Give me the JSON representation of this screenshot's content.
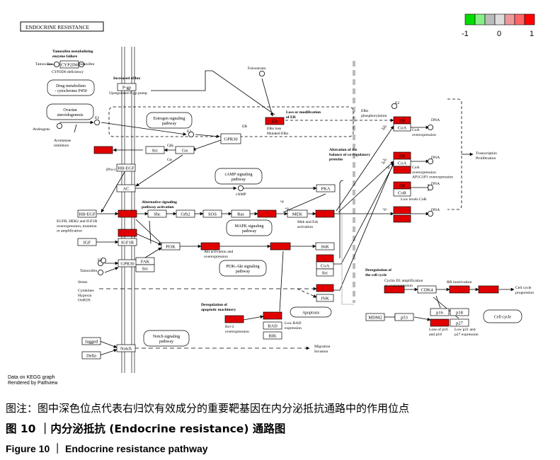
{
  "diagram": {
    "title": "ENDOCRINE RESISTANCE",
    "legend": {
      "min": "-1",
      "mid": "0",
      "max": "1",
      "colors": [
        "#00dd00",
        "#88ee88",
        "#bbbbbb",
        "#dddddd",
        "#ee9999",
        "#ff6666",
        "#ff0000"
      ]
    },
    "footer": [
      "Data on KEGG graph",
      "Rendered by Pathview"
    ],
    "colors": {
      "highlight": "#e00000",
      "box_border": "#000000"
    },
    "nodes": [
      {
        "id": "cyp2d6",
        "label": "CYP2D6",
        "hl": false
      },
      {
        "id": "pgp",
        "label": "P-gp",
        "hl": false
      },
      {
        "id": "ar",
        "label": "",
        "hl": true
      },
      {
        "id": "src",
        "label": "Src",
        "hl": false
      },
      {
        "id": "ga",
        "label": "Gα",
        "hl": false
      },
      {
        "id": "gpr30a",
        "label": "GPR30",
        "hl": false
      },
      {
        "id": "hbegf",
        "label": "HB-EGF",
        "hl": false
      },
      {
        "id": "ac",
        "label": "AC",
        "hl": false
      },
      {
        "id": "pka",
        "label": "PKA",
        "hl": false
      },
      {
        "id": "hbegf2",
        "label": "HB-EGF",
        "hl": false
      },
      {
        "id": "egfr",
        "label": "",
        "hl": true
      },
      {
        "id": "shc",
        "label": "Shc",
        "hl": false
      },
      {
        "id": "grb2",
        "label": "Grb2",
        "hl": false
      },
      {
        "id": "sos",
        "label": "SOS",
        "hl": false
      },
      {
        "id": "ras",
        "label": "Ras",
        "hl": false
      },
      {
        "id": "raf",
        "label": "",
        "hl": true
      },
      {
        "id": "mek",
        "label": "MEK",
        "hl": false
      },
      {
        "id": "erk",
        "label": "",
        "hl": true
      },
      {
        "id": "igf1r",
        "label": "",
        "hl": true
      },
      {
        "id": "igf",
        "label": "IGF",
        "hl": false
      },
      {
        "id": "igf1r2",
        "label": "IGF1R",
        "hl": false
      },
      {
        "id": "pi3k",
        "label": "PI3K",
        "hl": false
      },
      {
        "id": "akt",
        "label": "",
        "hl": true
      },
      {
        "id": "mtor",
        "label": "",
        "hl": true
      },
      {
        "id": "s6k",
        "label": "S6K",
        "hl": false
      },
      {
        "id": "gpr30b",
        "label": "GPR30",
        "hl": false
      },
      {
        "id": "fak",
        "label": "FAK",
        "hl": false
      },
      {
        "id": "src2",
        "label": "Src",
        "hl": false
      },
      {
        "id": "erb",
        "label": "",
        "hl": true
      },
      {
        "id": "coa_b",
        "label": "CoA",
        "hl": false
      },
      {
        "id": "src3",
        "label": "Src",
        "hl": false
      },
      {
        "id": "p38",
        "label": "",
        "hl": true
      },
      {
        "id": "jnk",
        "label": "JNK",
        "hl": false
      },
      {
        "id": "bcl2",
        "label": "",
        "hl": true
      },
      {
        "id": "bcl2b",
        "label": "",
        "hl": true
      },
      {
        "id": "bad",
        "label": "BAD",
        "hl": false
      },
      {
        "id": "bik",
        "label": "BIK",
        "hl": false
      },
      {
        "id": "jagged",
        "label": "Jagged",
        "hl": false
      },
      {
        "id": "delta",
        "label": "Delta",
        "hl": false
      },
      {
        "id": "notch",
        "label": "Notch",
        "hl": false
      },
      {
        "id": "er1",
        "label": "ER",
        "hl": true
      },
      {
        "id": "er2",
        "label": "ER",
        "hl": true
      },
      {
        "id": "coa1",
        "label": "CoA",
        "hl": false
      },
      {
        "id": "er3",
        "label": "ER",
        "hl": true
      },
      {
        "id": "coa2",
        "label": "CoA",
        "hl": false
      },
      {
        "id": "er3b",
        "label": "",
        "hl": true
      },
      {
        "id": "er4",
        "label": "ER",
        "hl": true
      },
      {
        "id": "cor",
        "label": "CoR",
        "hl": false
      },
      {
        "id": "jun",
        "label": "",
        "hl": true
      },
      {
        "id": "fos",
        "label": "",
        "hl": true
      },
      {
        "id": "cycd1",
        "label": "",
        "hl": true
      },
      {
        "id": "cdk4",
        "label": "CDK4",
        "hl": false
      },
      {
        "id": "rb",
        "label": "",
        "hl": true
      },
      {
        "id": "e2f",
        "label": "",
        "hl": true
      },
      {
        "id": "mdm2",
        "label": "MDM2",
        "hl": false
      },
      {
        "id": "p53",
        "label": "p53",
        "hl": false
      },
      {
        "id": "p16",
        "label": "p16",
        "hl": false
      },
      {
        "id": "p18",
        "label": "p18",
        "hl": false
      },
      {
        "id": "p21",
        "label": "",
        "hl": true
      },
      {
        "id": "p27",
        "label": "p27",
        "hl": false
      }
    ],
    "pathways": [
      {
        "id": "estrogen",
        "lines": [
          "Estrogen signaling",
          "pathway"
        ]
      },
      {
        "id": "camp",
        "lines": [
          "cAMP signaling",
          "pathway"
        ]
      },
      {
        "id": "mapk",
        "lines": [
          "MAPK signaling",
          "pathway"
        ]
      },
      {
        "id": "pi3k",
        "lines": [
          "PI3K-Akt signaling",
          "pathway"
        ]
      },
      {
        "id": "apoptosis",
        "lines": [
          "Apoptosis"
        ]
      },
      {
        "id": "notch",
        "lines": [
          "Notch signaling",
          "pathway"
        ]
      },
      {
        "id": "cellcycle",
        "lines": [
          "Cell cycle"
        ]
      },
      {
        "id": "ovarian",
        "lines": [
          "Ovarian",
          "steroidogenesis"
        ]
      },
      {
        "id": "drugmet",
        "lines": [
          "Drug metabolism",
          "- cytochrome P450"
        ]
      }
    ],
    "labels": [
      {
        "id": "tamox_hdr",
        "lines": [
          "Tamoxifen metabolizing",
          "enzyme failure"
        ],
        "bold": true
      },
      {
        "id": "tamoxifen1",
        "lines": [
          "Tamoxifen"
        ]
      },
      {
        "id": "endoxifen",
        "lines": [
          "Endoxifen"
        ]
      },
      {
        "id": "cyp_def",
        "lines": [
          "CYP2D6 deficiency"
        ]
      },
      {
        "id": "efflux_hdr",
        "lines": [
          "Increased efflux"
        ],
        "bold": true
      },
      {
        "id": "pgp_up",
        "lines": [
          "Upregulated P-gp pump"
        ]
      },
      {
        "id": "fulvestrant",
        "lines": [
          "Fulvestrant"
        ]
      },
      {
        "id": "loss_hdr",
        "lines": [
          "Loss or modification",
          "of ER"
        ],
        "bold": true
      },
      {
        "id": "er_loss",
        "lines": [
          "ERα loss",
          "Mutated ERα"
        ]
      },
      {
        "id": "era_phos",
        "lines": [
          "ERα",
          "phosphorylation"
        ]
      },
      {
        "id": "androgens",
        "lines": [
          "Androgens"
        ]
      },
      {
        "id": "e2a",
        "lines": [
          "E2"
        ]
      },
      {
        "id": "e2b",
        "lines": [
          "E2"
        ]
      },
      {
        "id": "e2c",
        "lines": [
          "E2"
        ]
      },
      {
        "id": "e2d",
        "lines": [
          "E2"
        ]
      },
      {
        "id": "aromatase",
        "lines": [
          "Aromatase",
          "inhibitors"
        ]
      },
      {
        "id": "er_lbl",
        "lines": [
          "ER"
        ]
      },
      {
        "id": "gby",
        "lines": [
          "Gβγ"
        ]
      },
      {
        "id": "ga2",
        "lines": [
          "Gα"
        ]
      },
      {
        "id": "pro_hbegf",
        "lines": [
          "(Pro-)"
        ]
      },
      {
        "id": "camp_lbl",
        "lines": [
          "cAMP"
        ]
      },
      {
        "id": "alt_hdr",
        "lines": [
          "Alternative signaling",
          "pathway activation"
        ],
        "bold": true
      },
      {
        "id": "egfr_txt",
        "lines": [
          "EGFR, HER2 and IGF1R",
          "overexpression, mutation",
          "or amplification"
        ]
      },
      {
        "id": "mek_erk",
        "lines": [
          "Mek and Erk",
          "activation"
        ]
      },
      {
        "id": "akt_txt",
        "lines": [
          "Akt activation and",
          "overexpression"
        ]
      },
      {
        "id": "tamoxifen2",
        "lines": [
          "Tamoxifen"
        ]
      },
      {
        "id": "stress",
        "lines": [
          "Stress"
        ]
      },
      {
        "id": "cytokines",
        "lines": [
          "Cytokines",
          "Hypoxia",
          "OxROS"
        ]
      },
      {
        "id": "dereg_apop",
        "lines": [
          "Deregulation of",
          "apoptotic machinery"
        ],
        "bold": true
      },
      {
        "id": "bcl2_txt",
        "lines": [
          "Bcl-2",
          "overexpression"
        ]
      },
      {
        "id": "lowbad",
        "lines": [
          "Low BAD",
          "expression"
        ]
      },
      {
        "id": "migration",
        "lines": [
          "Migration",
          "Invasion"
        ]
      },
      {
        "id": "dna1",
        "lines": [
          "DNA"
        ]
      },
      {
        "id": "dna2",
        "lines": [
          "DNA"
        ]
      },
      {
        "id": "dna3",
        "lines": [
          "DNA"
        ]
      },
      {
        "id": "dna4",
        "lines": [
          "DNA"
        ]
      },
      {
        "id": "coa_over",
        "lines": [
          "CoA",
          "overexpression"
        ]
      },
      {
        "id": "alt_bal",
        "lines": [
          "Alteration of the",
          "balance of co-regulatory",
          "proteins"
        ],
        "bold": true
      },
      {
        "id": "coa_over2",
        "lines": [
          "CoA",
          "overexpression",
          "AP1G1P1 overexpression"
        ]
      },
      {
        "id": "low_cor",
        "lines": [
          "Low levels CoR"
        ]
      },
      {
        "id": "transcription",
        "lines": [
          "Transcription",
          "Proliferation"
        ]
      },
      {
        "id": "dereg_cc",
        "lines": [
          "Deregulation of",
          "the cell cycle"
        ],
        "bold": true
      },
      {
        "id": "cycd1_txt",
        "lines": [
          "Cyclin D1 amplification",
          "or overexpression"
        ]
      },
      {
        "id": "rb_inact",
        "lines": [
          "RB inactivation"
        ]
      },
      {
        "id": "cc_prog",
        "lines": [
          "Cell cycle",
          "progression"
        ]
      },
      {
        "id": "lose_p16",
        "lines": [
          "Lose of p16",
          "and p18"
        ]
      },
      {
        "id": "low_p21",
        "lines": [
          "Low p21 and",
          "p27 expression"
        ]
      },
      {
        "id": "p_a",
        "lines": [
          "+p"
        ]
      },
      {
        "id": "p_b",
        "lines": [
          "+p"
        ]
      },
      {
        "id": "p_c",
        "lines": [
          "+p"
        ]
      },
      {
        "id": "p_d",
        "lines": [
          "+p"
        ]
      },
      {
        "id": "p_e",
        "lines": [
          "+p"
        ]
      },
      {
        "id": "p_f",
        "lines": [
          "+p"
        ]
      },
      {
        "id": "p_g",
        "lines": [
          "+p"
        ]
      },
      {
        "id": "p_h",
        "lines": [
          "+p"
        ]
      }
    ]
  },
  "caption": {
    "zh_note": "图注：图中深色位点代表右归饮有效成分的重要靶基因在内分泌抵抗通路中的作用位点",
    "zh_title": "图 10 ｜内分泌抵抗 (Endocrine resistance) 通路图",
    "en_title": "Figure 10 ｜ Endocrine resistance pathway"
  }
}
